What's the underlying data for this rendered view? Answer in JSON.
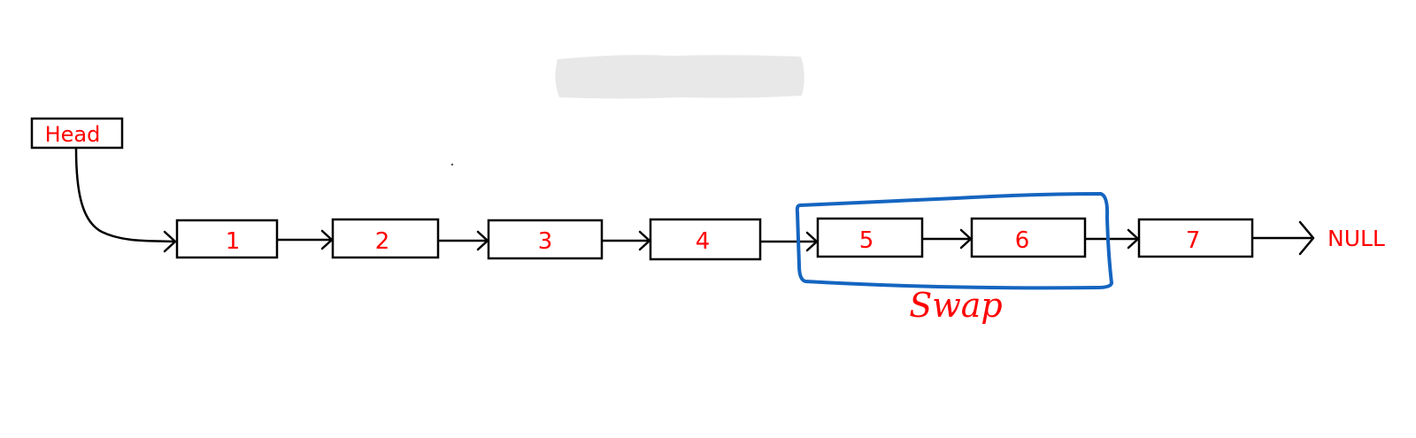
{
  "diagram": {
    "head_label": "Head",
    "nodes": [
      {
        "id": "node-1",
        "label": "1"
      },
      {
        "id": "node-2",
        "label": "2"
      },
      {
        "id": "node-3",
        "label": "3"
      },
      {
        "id": "node-4",
        "label": "4"
      },
      {
        "id": "node-5",
        "label": "5"
      },
      {
        "id": "node-6",
        "label": "6"
      },
      {
        "id": "node-7",
        "label": "7"
      }
    ],
    "null_label": "NULL",
    "swap_label": "Swap",
    "swapped_nodes": [
      "5",
      "6"
    ]
  },
  "colors": {
    "text": "#ff0000",
    "outline": "#000000",
    "highlight": "#1565c0",
    "smudge": "#e8e8e8"
  }
}
